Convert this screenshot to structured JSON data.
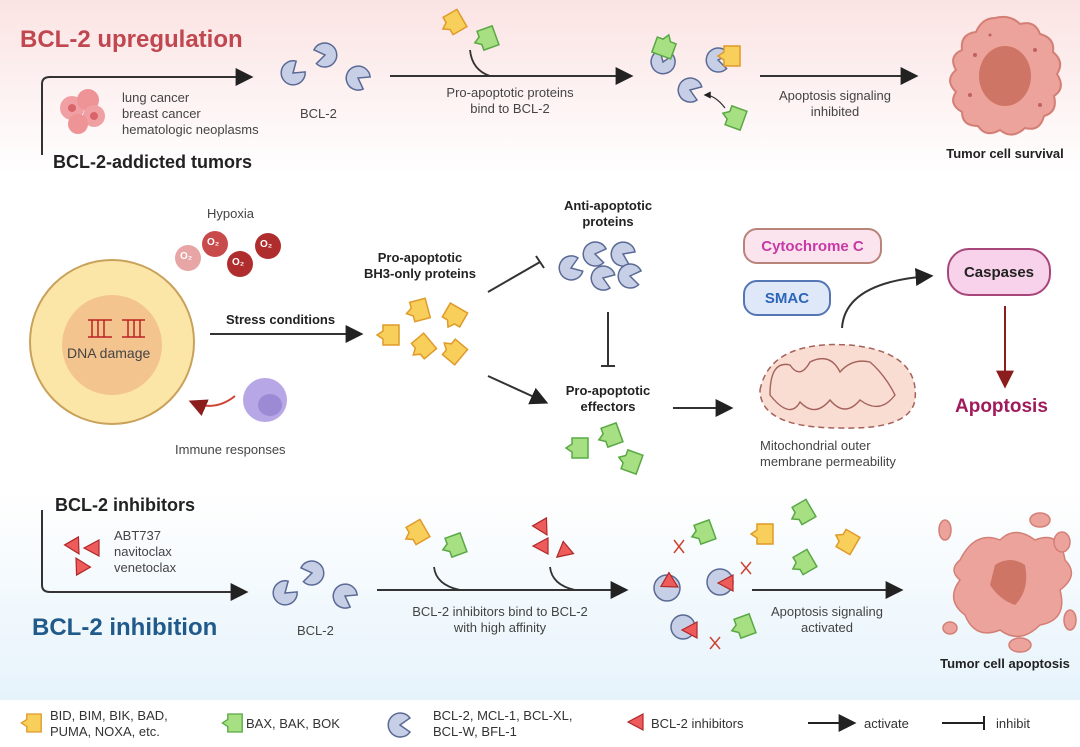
{
  "top": {
    "title": "BCL-2 upregulation",
    "cancers": [
      "lung cancer",
      "breast cancer",
      "hematologic neoplasms"
    ],
    "addicted": "BCL-2-addicted tumors",
    "bcl2_label": "BCL-2",
    "bind_line1": "Pro-apoptotic proteins",
    "bind_line2": "bind to BCL-2",
    "signal_line1": "Apoptosis signaling",
    "signal_line2": "inhibited",
    "outcome": "Tumor cell survival"
  },
  "middle": {
    "hypoxia": "Hypoxia",
    "o2": "O₂",
    "dna": "DNA damage",
    "immune": "Immune responses",
    "stress": "Stress conditions",
    "bh3_line1": "Pro-apoptotic",
    "bh3_line2": "BH3-only proteins",
    "anti_line1": "Anti-apoptotic",
    "anti_line2": "proteins",
    "eff_line1": "Pro-apoptotic",
    "eff_line2": "effectors",
    "cytc": "Cytochrome C",
    "smac": "SMAC",
    "caspases": "Caspases",
    "apoptosis": "Apoptosis",
    "momp_line1": "Mitochondrial outer",
    "momp_line2": "membrane permeability"
  },
  "bottom": {
    "inhibitors_title": "BCL-2 inhibitors",
    "drugs": [
      "ABT737",
      "navitoclax",
      "venetoclax"
    ],
    "title": "BCL-2 inhibition",
    "bcl2_label": "BCL-2",
    "bind_line1": "BCL-2 inhibitors bind to BCL-2",
    "bind_line2": "with high affinity",
    "signal_line1": "Apoptosis signaling",
    "signal_line2": "activated",
    "outcome": "Tumor cell apoptosis"
  },
  "legend": {
    "bh3": [
      "BID, BIM, BIK, BAD,",
      "PUMA, NOXA, etc."
    ],
    "effectors": "BAX, BAK, BOK",
    "anti": [
      "BCL-2, MCL-1, BCL-XL,",
      "BCL-W, BFL-1"
    ],
    "inhibitors": "BCL-2 inhibitors",
    "activate": "activate",
    "inhibit": "inhibit"
  },
  "colors": {
    "bh3_fill": "#f7cf5a",
    "bh3_stroke": "#e09a2a",
    "eff_fill": "#a7df83",
    "eff_stroke": "#5aa845",
    "anti_fill": "#c6cfe6",
    "anti_stroke": "#5a6a95",
    "inhib_fill": "#ee5b5b",
    "inhib_stroke": "#b02828"
  }
}
